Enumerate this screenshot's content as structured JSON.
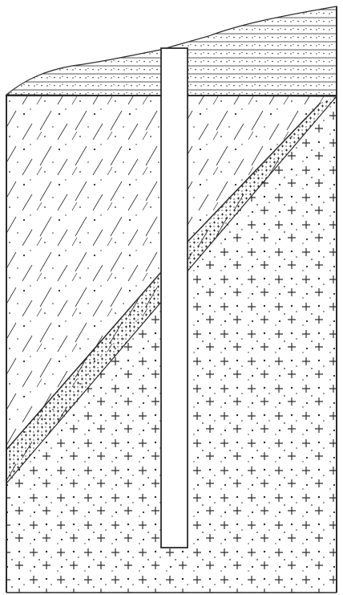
{
  "diagram": {
    "colors": {
      "ink": "#2b2b2b",
      "paper": "#ffffff"
    },
    "layers": [
      {
        "name": "surface-soil-layer",
        "pattern": "horizontal-hatch-with-dots"
      },
      {
        "name": "upper-layer",
        "pattern": "diagonal-hatch-with-dots"
      },
      {
        "name": "contact-zone",
        "pattern": "dense-small-crosses"
      },
      {
        "name": "lower-layer",
        "pattern": "crosses-with-dots"
      }
    ],
    "features": [
      {
        "name": "borehole-column",
        "pattern": "empty-vertical-column"
      }
    ]
  }
}
